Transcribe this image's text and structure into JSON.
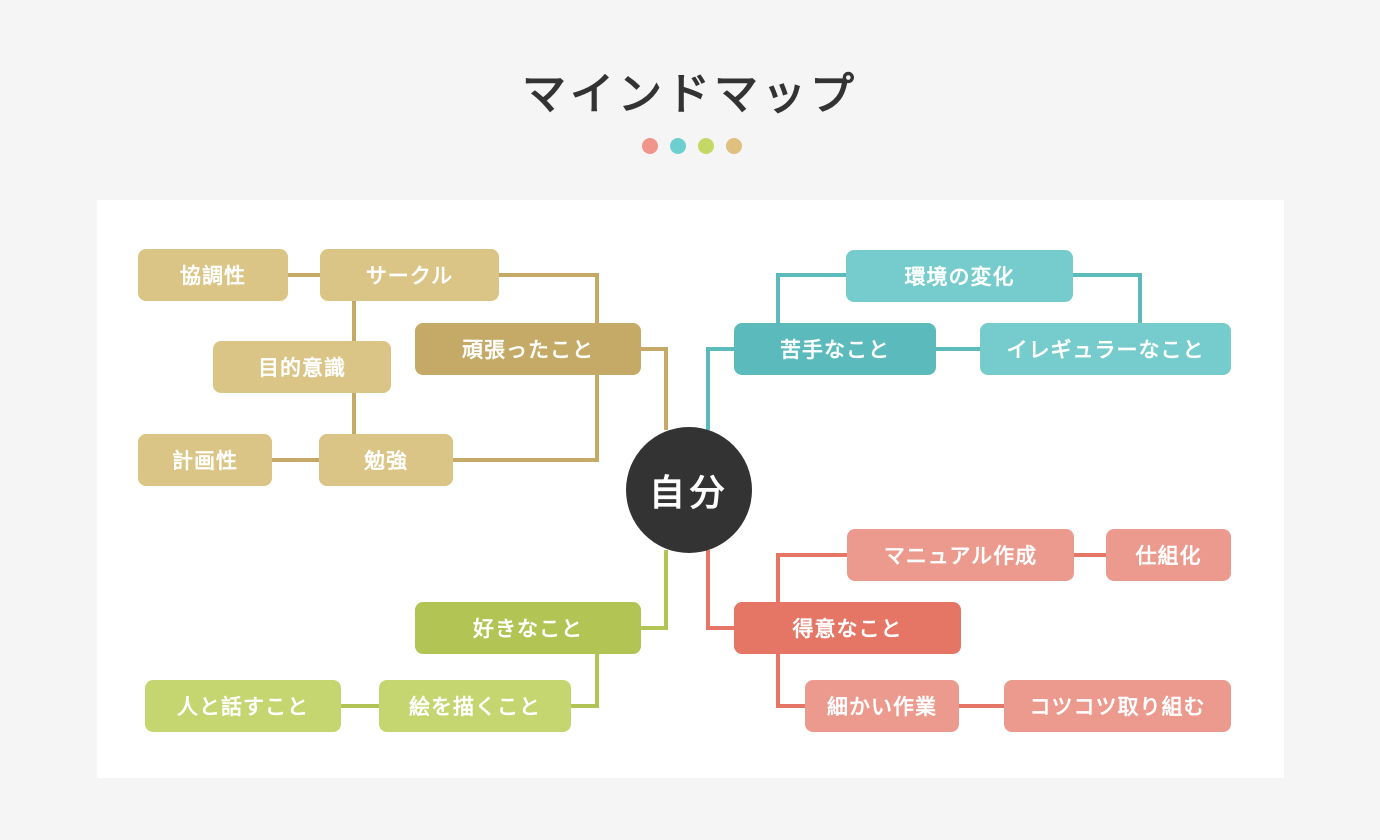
{
  "title": "マインドマップ",
  "colors": {
    "accent_dots": [
      "#f0958a",
      "#6dcfcf",
      "#c4d865",
      "#dfc07e"
    ],
    "tan": "#c4aa66",
    "tan_light": "#dbc586",
    "teal": "#5bbabb",
    "teal_light": "#76cccc",
    "green": "#b2c453",
    "green_light": "#c5d671",
    "red": "#e57565",
    "red_light": "#ec9a8d",
    "center": "#333333"
  },
  "center": "自分",
  "branches": {
    "effort": {
      "label": "頑張ったこと",
      "children": {
        "circle": "サークル",
        "cooperation": "協調性",
        "purpose": "目的意識",
        "study": "勉強",
        "planning": "計画性"
      }
    },
    "weak": {
      "label": "苦手なこと",
      "children": {
        "change": "環境の変化",
        "irregular": "イレギュラーなこと"
      }
    },
    "like": {
      "label": "好きなこと",
      "children": {
        "drawing": "絵を描くこと",
        "talking": "人と話すこと"
      }
    },
    "good": {
      "label": "得意なこと",
      "children": {
        "manual": "マニュアル作成",
        "systemize": "仕組化",
        "detail": "細かい作業",
        "steady": "コツコツ取り組む"
      }
    }
  }
}
